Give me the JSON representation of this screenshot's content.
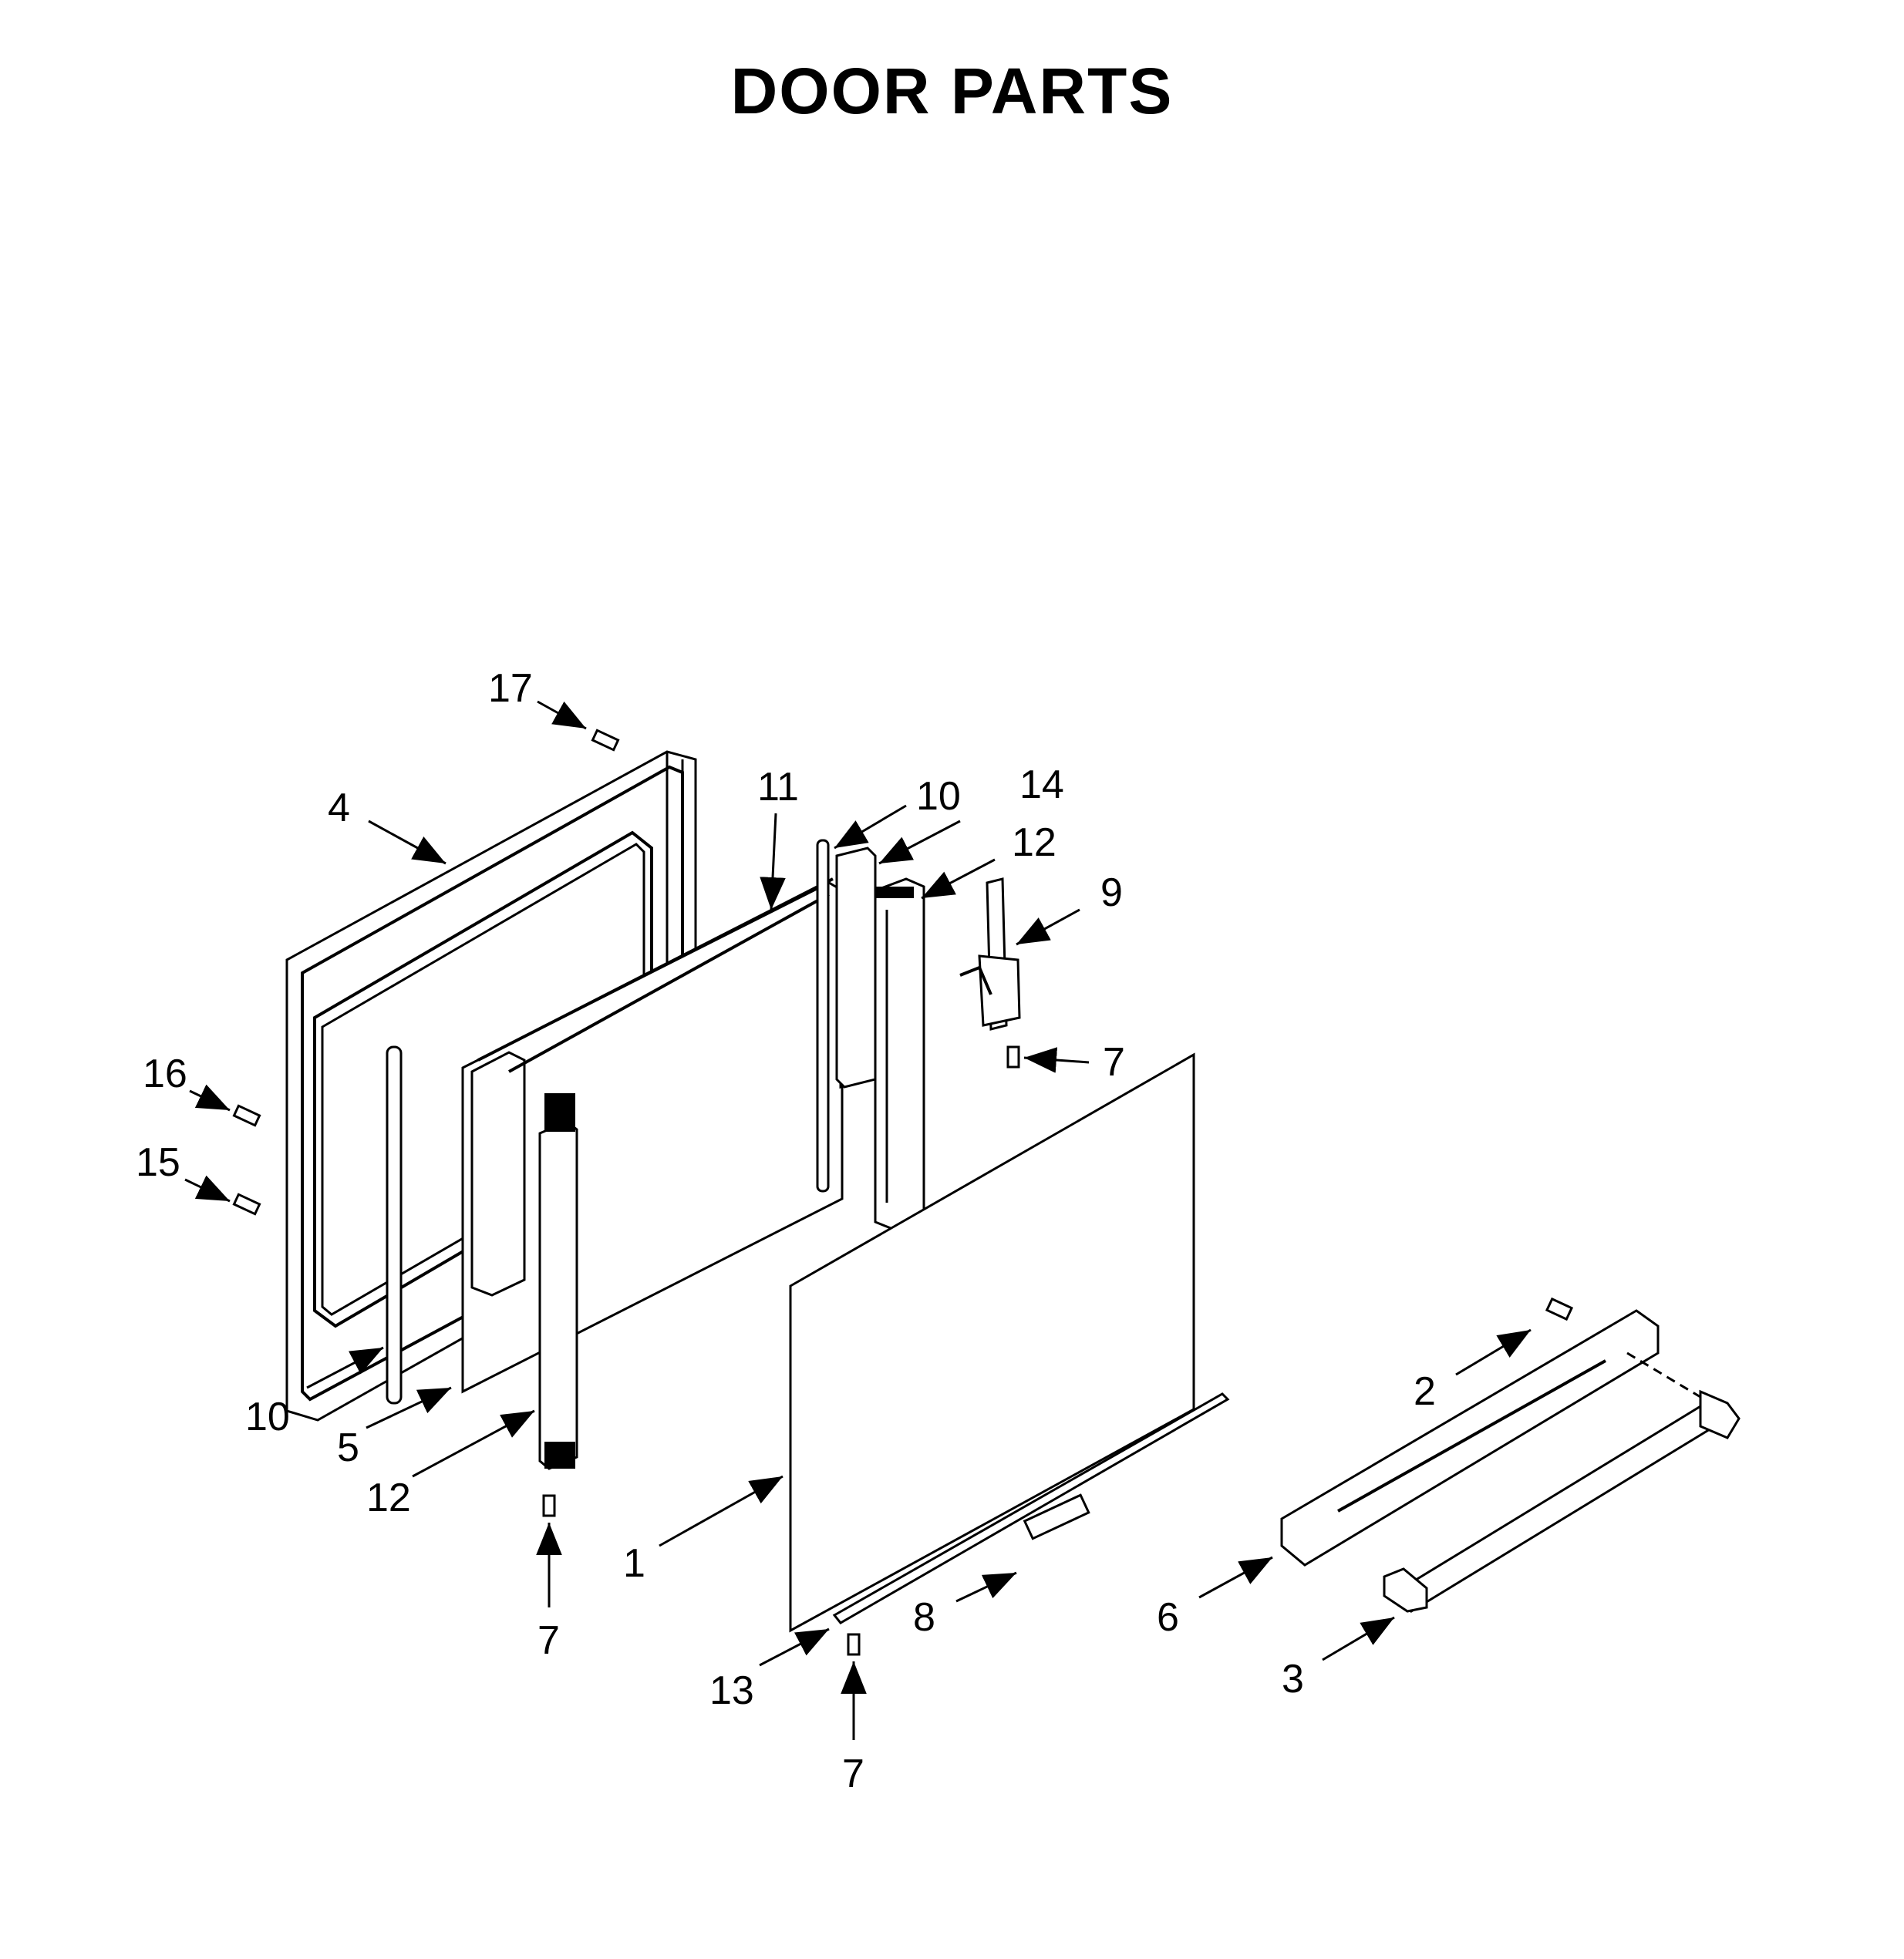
{
  "title": "DOOR PARTS",
  "callouts": [
    "17",
    "4",
    "11",
    "10",
    "14",
    "12",
    "9",
    "7",
    "16",
    "15",
    "10",
    "5",
    "12",
    "7",
    "1",
    "13",
    "7",
    "8",
    "2",
    "6",
    "3"
  ]
}
